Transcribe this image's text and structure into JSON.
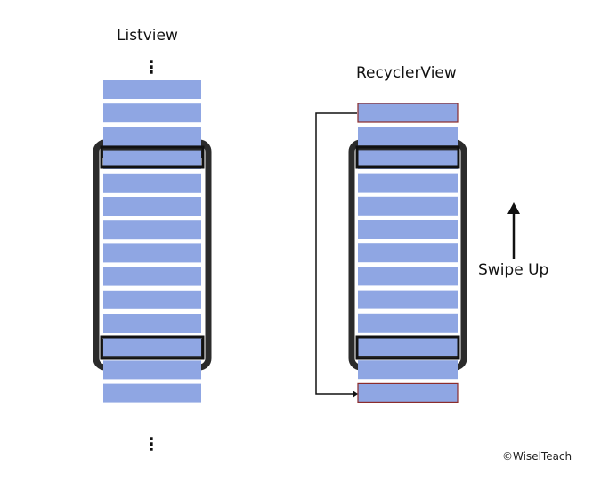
{
  "listview": {
    "title": "Listview",
    "more_above": "⋮",
    "more_below": "⋮",
    "row_count": 14
  },
  "recyclerview": {
    "title": "RecyclerView",
    "row_count": 13,
    "recycle_arrow": "recycle-loop-arrow"
  },
  "swipe": {
    "label": "Swipe Up",
    "icon": "arrow-up-icon"
  },
  "copyright": "©WiselTeach",
  "colors": {
    "row_fill": "#8fa6e3",
    "row_recycled_border": "#8b2c2c",
    "phone_frame": "#2b2b2b",
    "line": "#111111"
  }
}
